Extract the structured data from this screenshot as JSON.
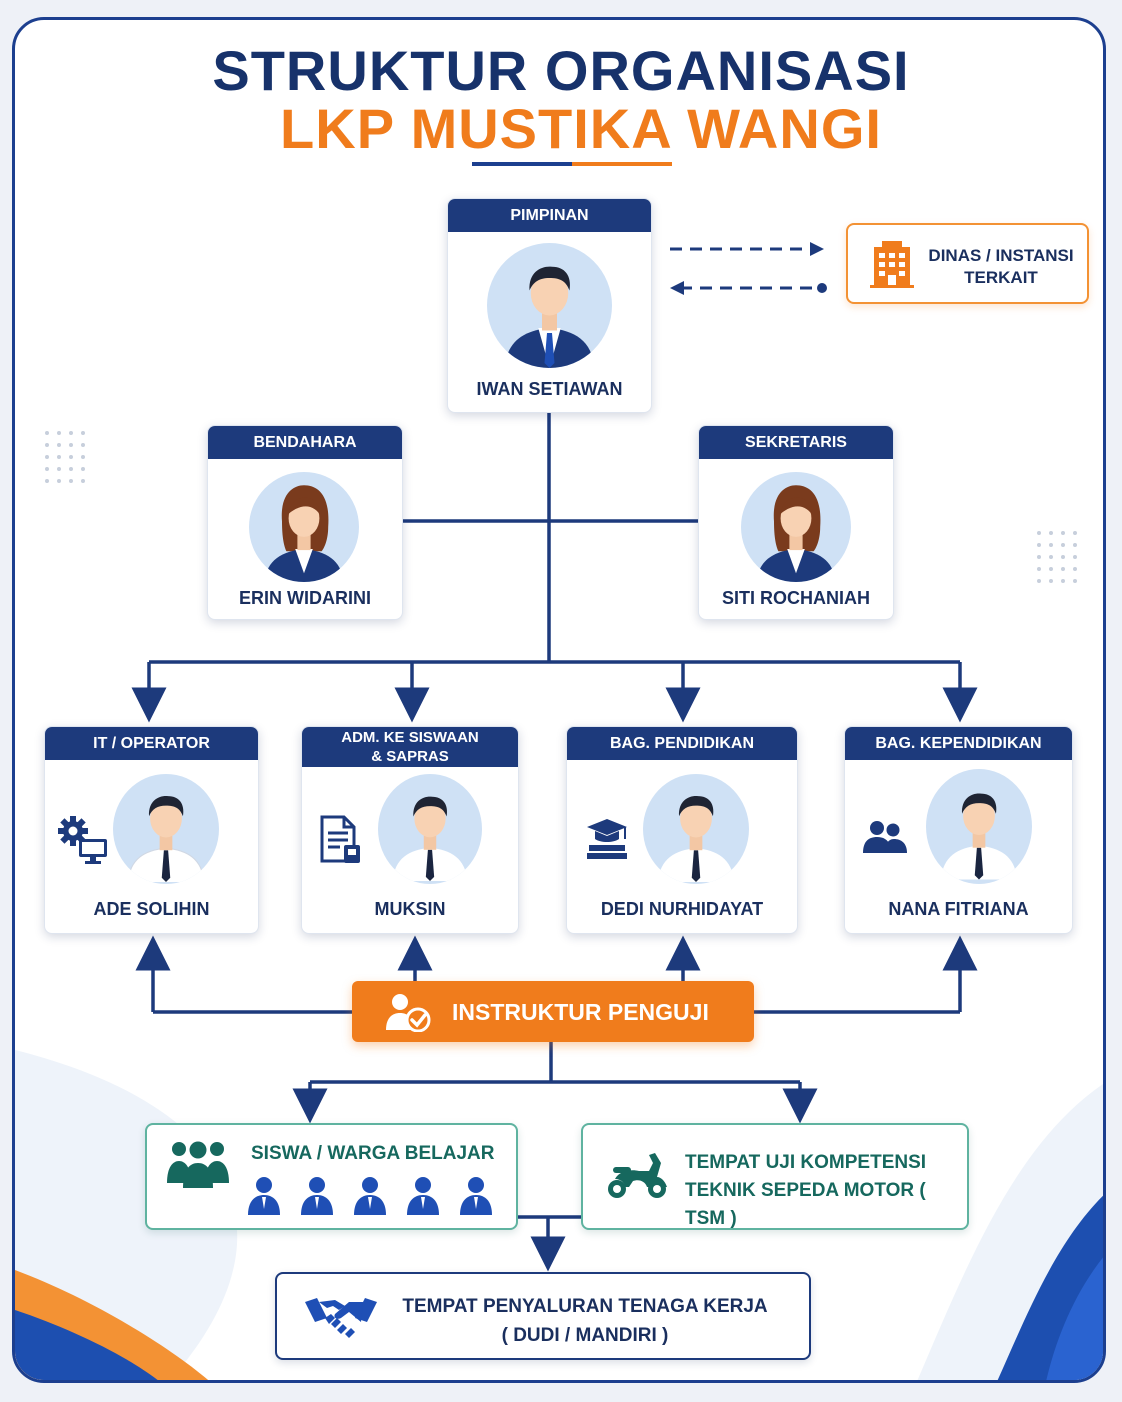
{
  "title": {
    "line1": "STRUKTUR ORGANISASI",
    "line2": "LKP MUSTIKA WANGI"
  },
  "pimpinan": {
    "role": "PIMPINAN",
    "name": "IWAN SETIAWAN"
  },
  "dinas": {
    "line1": "DINAS / INSTANSI",
    "line2": "TERKAIT"
  },
  "bendahara": {
    "role": "BENDAHARA",
    "name": "ERIN WIDARINI"
  },
  "sekretaris": {
    "role": "SEKRETARIS",
    "name": "SITI ROCHANIAH"
  },
  "staff": [
    {
      "role": "IT / OPERATOR",
      "name": "ADE SOLIHIN",
      "icon": "gear-computer-icon"
    },
    {
      "role_line1": "ADM. KE SISWAAN",
      "role_line2": "& SAPRAS",
      "name": "MUKSIN",
      "icon": "document-icon"
    },
    {
      "role": "BAG. PENDIDIKAN",
      "name": "DEDI NURHIDAYAT",
      "icon": "graduation-cap-icon"
    },
    {
      "role": "BAG. KEPENDIDIKAN",
      "name": "NANA FITRIANA",
      "icon": "people-icon"
    }
  ],
  "instruktur": {
    "label": "INSTRUKTUR PENGUJI"
  },
  "siswa": {
    "label": "SISWA / WARGA BELAJAR"
  },
  "tuk": {
    "line1": "TEMPAT UJI KOMPETENSI",
    "line2": "TEKNIK SEPEDA MOTOR ( TSM )"
  },
  "penyaluran": {
    "line1": "TEMPAT PENYALURAN TENAGA KERJA",
    "line2": "( DUDI / MANDIRI )"
  },
  "colors": {
    "navy": "#1d3a7c",
    "orange": "#f07c1c",
    "teal": "#16685e"
  }
}
